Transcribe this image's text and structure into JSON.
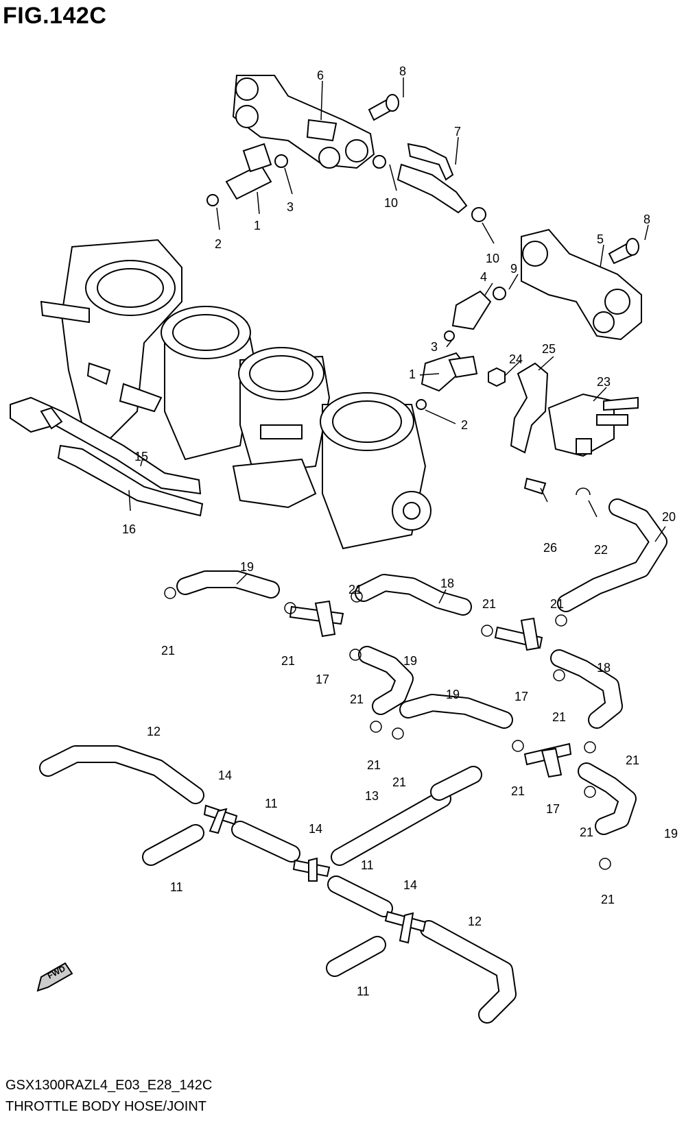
{
  "figure": {
    "title": "FIG.142C"
  },
  "footer": {
    "model_code": "GSX1300RAZL4_E03_E28_142C",
    "caption": "THROTTLE BODY HOSE/JOINT"
  },
  "fwd_label": "FWD",
  "callouts": [
    "1",
    "2",
    "3",
    "4",
    "5",
    "6",
    "7",
    "8",
    "9",
    "10",
    "11",
    "12",
    "13",
    "14",
    "15",
    "16",
    "17",
    "18",
    "19",
    "20",
    "21",
    "22",
    "23",
    "24",
    "25",
    "26"
  ]
}
